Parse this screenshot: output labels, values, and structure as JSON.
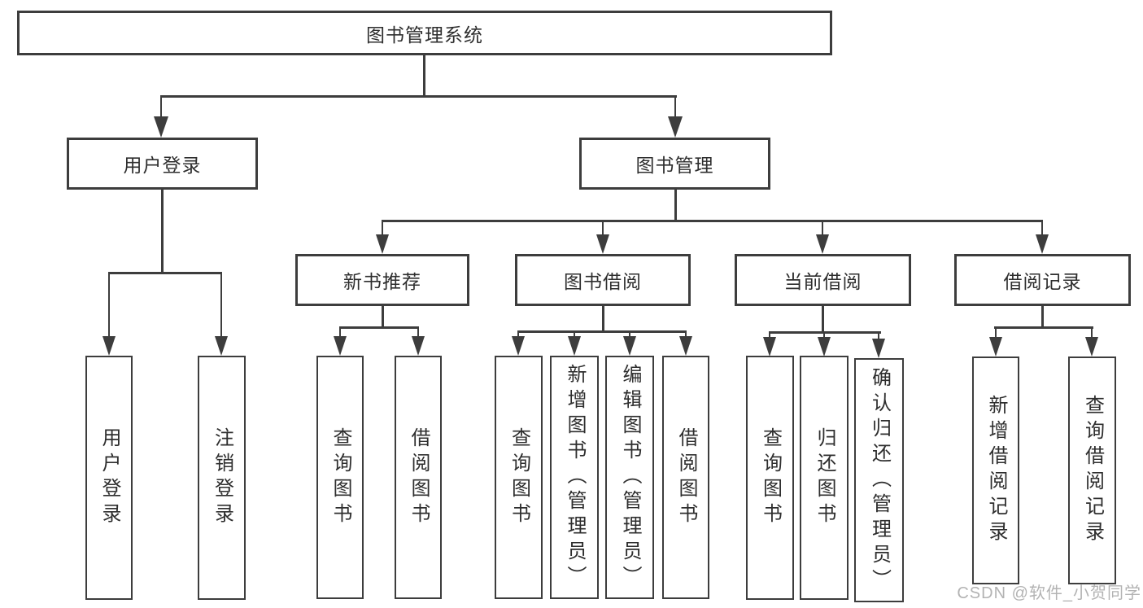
{
  "colors": {
    "line": "#3d3d3d",
    "text": "#2e2e2e",
    "background": "#ffffff",
    "watermark": "#b3b3b3"
  },
  "tree": {
    "root": {
      "label": "图书管理系统"
    },
    "branches": [
      {
        "label": "用户登录",
        "children": [
          {
            "label": "用户登录"
          },
          {
            "label": "注销登录"
          }
        ]
      },
      {
        "label": "图书管理",
        "children": [
          {
            "label": "新书推荐",
            "children": [
              {
                "label": "查询图书"
              },
              {
                "label": "借阅图书"
              }
            ]
          },
          {
            "label": "图书借阅",
            "children": [
              {
                "label": "查询图书"
              },
              {
                "label": "新增图书（管理员）"
              },
              {
                "label": "编辑图书（管理员）"
              },
              {
                "label": "借阅图书"
              }
            ]
          },
          {
            "label": "当前借阅",
            "children": [
              {
                "label": "查询图书"
              },
              {
                "label": "归还图书"
              },
              {
                "label": "确认归还（管理员）"
              }
            ]
          },
          {
            "label": "借阅记录",
            "children": [
              {
                "label": "新增借阅记录"
              },
              {
                "label": "查询借阅记录"
              }
            ]
          }
        ]
      }
    ]
  },
  "watermark": "CSDN @软件_小贺同学"
}
